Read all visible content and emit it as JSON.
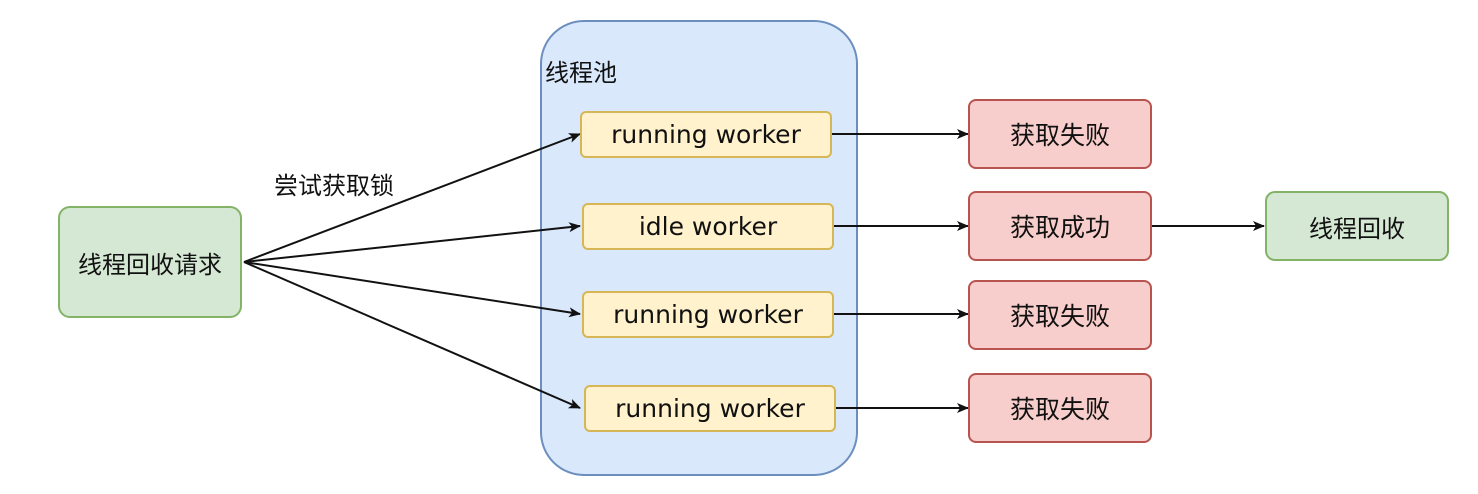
{
  "request_node": {
    "label": "线程回收请求"
  },
  "edge_label": "尝试获取锁",
  "thread_pool": {
    "label": "线程池",
    "workers": [
      {
        "label": "running worker",
        "state": "running"
      },
      {
        "label": "idle worker",
        "state": "idle"
      },
      {
        "label": "running worker",
        "state": "running"
      },
      {
        "label": "running worker",
        "state": "running"
      }
    ]
  },
  "results": [
    {
      "label": "获取失败",
      "status": "fail"
    },
    {
      "label": "获取成功",
      "status": "success"
    },
    {
      "label": "获取失败",
      "status": "fail"
    },
    {
      "label": "获取失败",
      "status": "fail"
    }
  ],
  "recycle_node": {
    "label": "线程回收"
  },
  "colors": {
    "green_fill": "#d5e8d4",
    "green_stroke": "#82b366",
    "yellow_fill": "#fff2cc",
    "yellow_stroke": "#d6b656",
    "red_fill": "#f8cecc",
    "red_stroke": "#b85450",
    "pool_fill": "#dae8fc",
    "pool_stroke": "#6c8ebf"
  }
}
